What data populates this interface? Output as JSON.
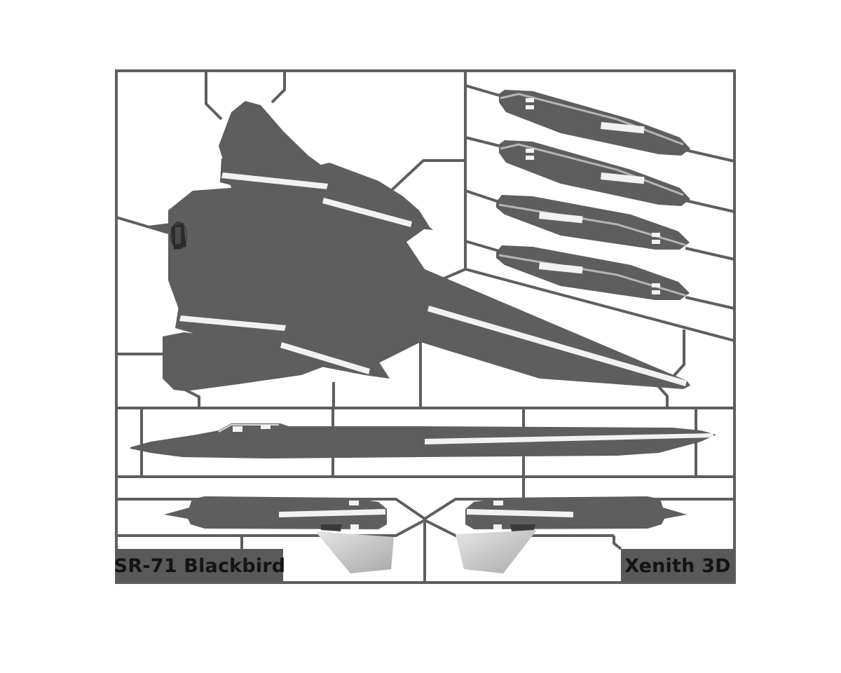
{
  "labels": {
    "model_name": "SR-71 Blackbird",
    "maker": "Xenith 3D"
  },
  "parts": [
    "top-view-fuselage",
    "engine-nacelle-1",
    "engine-nacelle-2",
    "engine-nacelle-3",
    "engine-nacelle-4",
    "side-view-fuselage",
    "left-engine-pod",
    "right-engine-pod",
    "left-tail-fin",
    "right-tail-fin"
  ],
  "colors": {
    "frame": "#5e5e5e",
    "part": "#5e5e5e",
    "highlight": "#f2f2f2",
    "fin": "#c8c8c8",
    "background": "#ffffff"
  }
}
